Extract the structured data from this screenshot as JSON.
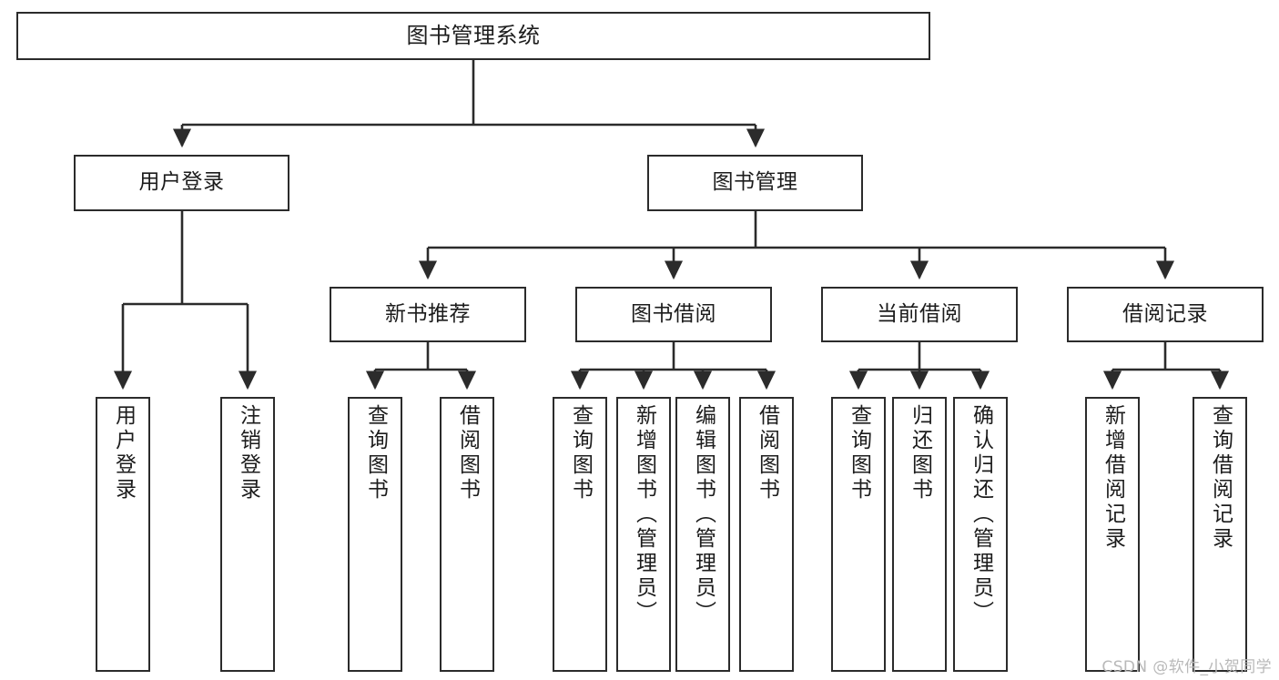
{
  "diagram": {
    "title": "图书管理系统",
    "type": "tree-hierarchy-chart",
    "watermark": "CSDN @软件_小贺同学",
    "stroke_color": "#2b2b2b",
    "fill_color": "#ffffff",
    "text_color": "#1c1c1c",
    "root": {
      "label": "图书管理系统"
    },
    "level2": [
      {
        "label": "用户登录"
      },
      {
        "label": "图书管理"
      }
    ],
    "level3": [
      {
        "label": "新书推荐"
      },
      {
        "label": "图书借阅"
      },
      {
        "label": "当前借阅"
      },
      {
        "label": "借阅记录"
      }
    ],
    "leaves": {
      "user_login": [
        {
          "label": "用户登录"
        },
        {
          "label": "注销登录"
        }
      ],
      "new_book_recommend": [
        {
          "label": "查询图书"
        },
        {
          "label": "借阅图书"
        }
      ],
      "book_borrow": [
        {
          "label": "查询图书"
        },
        {
          "label": "新增图书（管理员）"
        },
        {
          "label": "编辑图书（管理员）"
        },
        {
          "label": "借阅图书"
        }
      ],
      "current_borrow": [
        {
          "label": "查询图书"
        },
        {
          "label": "归还图书"
        },
        {
          "label": "确认归还（管理员）"
        }
      ],
      "borrow_record": [
        {
          "label": "新增借阅记录"
        },
        {
          "label": "查询借阅记录"
        }
      ]
    }
  }
}
